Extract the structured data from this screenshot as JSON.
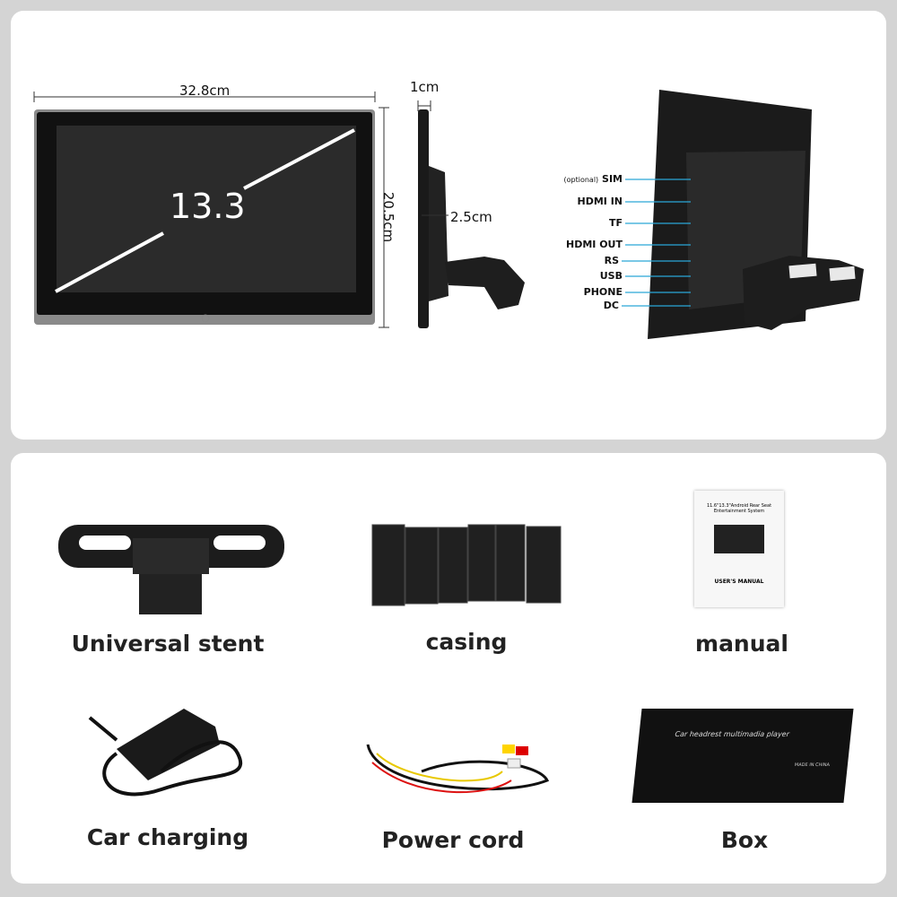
{
  "dimensions": {
    "width": "32.8cm",
    "height": "20.5cm",
    "thickness": "1cm",
    "bracket_depth": "2.5cm",
    "screen_size": "13.3"
  },
  "ports": [
    {
      "prefix": "(optional)",
      "label": "SIM"
    },
    {
      "label": "HDMI IN"
    },
    {
      "label": "TF"
    },
    {
      "label": "HDMI OUT"
    },
    {
      "label": "RS"
    },
    {
      "label": "USB"
    },
    {
      "label": "PHONE"
    },
    {
      "label": "DC"
    }
  ],
  "port_line_color": "#2aa7d8",
  "accessories": [
    {
      "label": "Universal stent"
    },
    {
      "label": "casing"
    },
    {
      "label": "manual"
    },
    {
      "label": "Car charging"
    },
    {
      "label": "Power cord"
    },
    {
      "label": "Box"
    }
  ],
  "manual": {
    "title": "11.6\"13.3\"Android Rear Seat Entertainment System",
    "footer": "USER'S MANUAL"
  },
  "box": {
    "title": "Car headrest multimadia player",
    "origin": "MADE IN CHINA"
  }
}
